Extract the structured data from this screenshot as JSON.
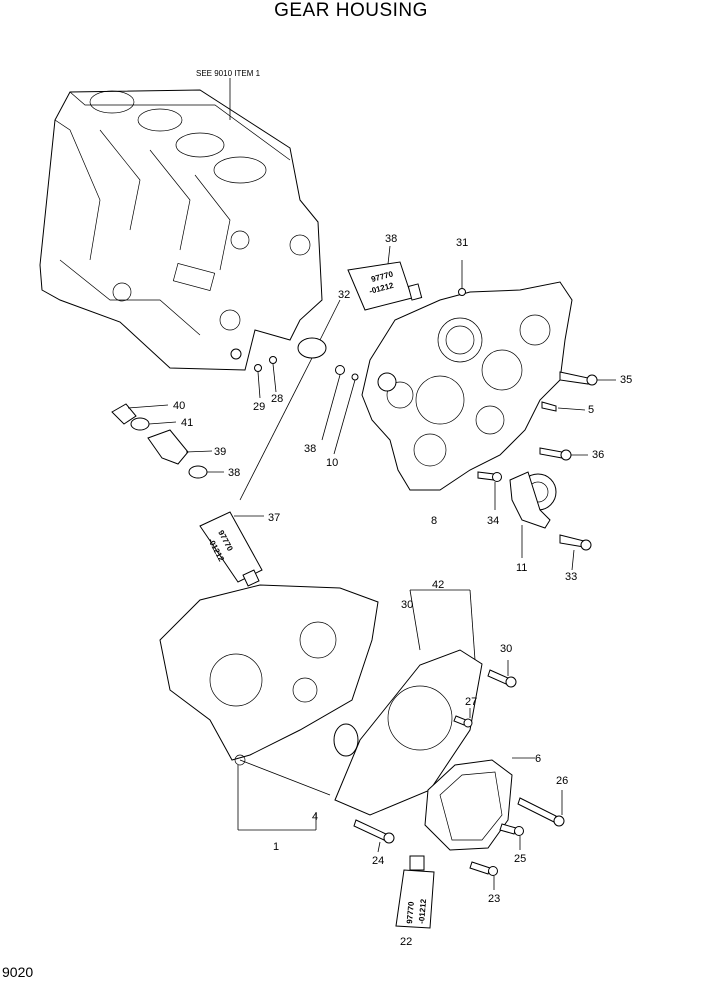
{
  "title": "GEAR HOUSING",
  "page_code": "9020",
  "reference_note": "SEE 9010 ITEM 1",
  "tube_text": {
    "line1": "97770",
    "line2": "-01212"
  },
  "callouts": [
    {
      "id": "c1",
      "text": "1"
    },
    {
      "id": "c4",
      "text": "4"
    },
    {
      "id": "c5",
      "text": "5"
    },
    {
      "id": "c6",
      "text": "6"
    },
    {
      "id": "c8",
      "text": "8"
    },
    {
      "id": "c10",
      "text": "10"
    },
    {
      "id": "c11",
      "text": "11"
    },
    {
      "id": "c22",
      "text": "22"
    },
    {
      "id": "c23",
      "text": "23"
    },
    {
      "id": "c24",
      "text": "24"
    },
    {
      "id": "c25",
      "text": "25"
    },
    {
      "id": "c26",
      "text": "26"
    },
    {
      "id": "c27",
      "text": "27"
    },
    {
      "id": "c28",
      "text": "28"
    },
    {
      "id": "c29",
      "text": "29"
    },
    {
      "id": "c30a",
      "text": "30"
    },
    {
      "id": "c30b",
      "text": "30"
    },
    {
      "id": "c31",
      "text": "31"
    },
    {
      "id": "c32",
      "text": "32"
    },
    {
      "id": "c33",
      "text": "33"
    },
    {
      "id": "c34",
      "text": "34"
    },
    {
      "id": "c35",
      "text": "35"
    },
    {
      "id": "c36",
      "text": "36"
    },
    {
      "id": "c37",
      "text": "37"
    },
    {
      "id": "c38a",
      "text": "38"
    },
    {
      "id": "c38b",
      "text": "38"
    },
    {
      "id": "c38c",
      "text": "38"
    },
    {
      "id": "c39",
      "text": "39"
    },
    {
      "id": "c40",
      "text": "40"
    },
    {
      "id": "c41",
      "text": "41"
    },
    {
      "id": "c42",
      "text": "42"
    }
  ]
}
